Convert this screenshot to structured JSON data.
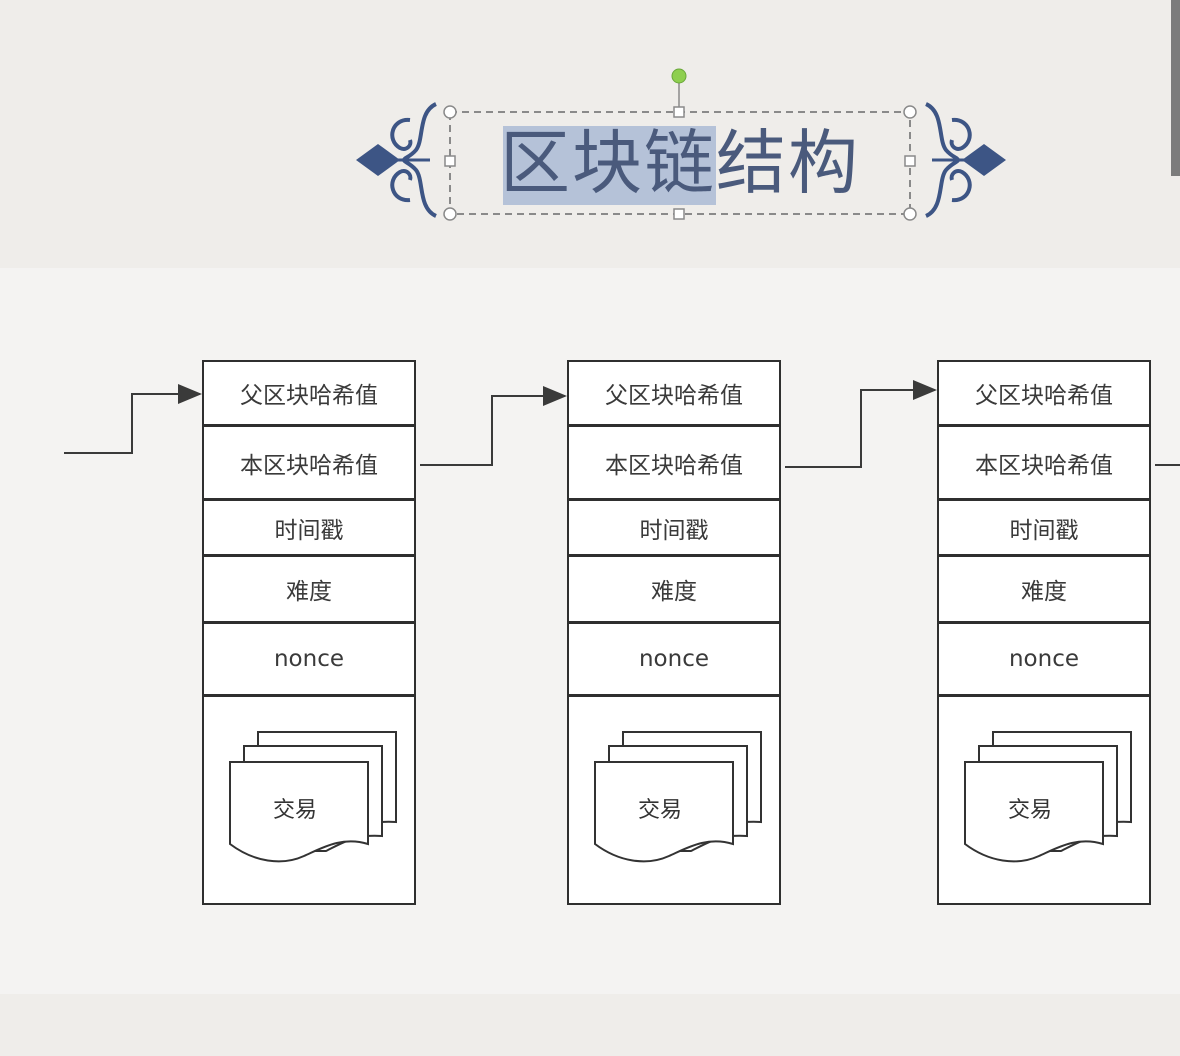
{
  "title": "区块链结构",
  "blocks": [
    {
      "fields": [
        "父区块哈希值",
        "本区块哈希值",
        "时间戳",
        "难度",
        "nonce"
      ],
      "transactions_label": "交易"
    },
    {
      "fields": [
        "父区块哈希值",
        "本区块哈希值",
        "时间戳",
        "难度",
        "nonce"
      ],
      "transactions_label": "交易"
    },
    {
      "fields": [
        "父区块哈希值",
        "本区块哈希值",
        "时间戳",
        "难度",
        "nonce"
      ],
      "transactions_label": "交易"
    }
  ],
  "colors": {
    "title_text": "#4a5a7c",
    "title_highlight": "#b5c2d8",
    "ornament": "#3d5585",
    "block_border": "#2f2f2f",
    "arrow": "#3a3a3a",
    "rotation_handle": "#8ecf4f"
  }
}
